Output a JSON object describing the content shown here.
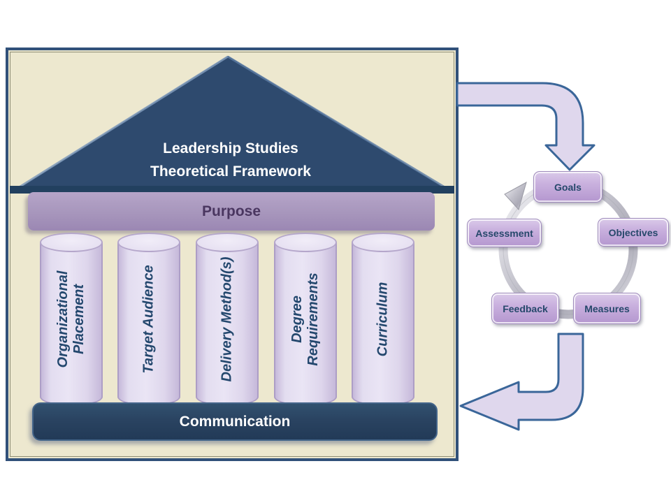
{
  "temple": {
    "roof_title": "Leadership Studies\nTheoretical Framework",
    "beam_label": "Purpose",
    "pillars": [
      {
        "label": "Organizational\nPlacement"
      },
      {
        "label": "Target Audience"
      },
      {
        "label": "Delivery Method(s)"
      },
      {
        "label": "Degree\nRequirements"
      },
      {
        "label": "Curriculum"
      }
    ],
    "base_label": "Communication"
  },
  "cycle": {
    "nodes": [
      {
        "id": "goals",
        "label": "Goals"
      },
      {
        "id": "objectives",
        "label": "Objectives"
      },
      {
        "id": "measures",
        "label": "Measures"
      },
      {
        "id": "feedback",
        "label": "Feedback"
      },
      {
        "id": "assessment",
        "label": "Assessment"
      }
    ]
  },
  "icons": {
    "flow_arrow_top": "elbow-arrow-down-icon",
    "flow_arrow_bottom": "elbow-arrow-left-icon",
    "ring_arrowhead": "cycle-arrowhead-icon"
  },
  "colors": {
    "panel_background": "#EDE8CF",
    "panel_border": "#31517A",
    "roof_fill": "#2E4A6E",
    "roof_title_text": "#FFFFFF",
    "beam_fill": "#A796BC",
    "beam_text": "#4A3660",
    "pillar_fill": "#E3DDF0",
    "pillar_border": "#AD9EC6",
    "pillar_text": "#24486E",
    "base_fill": "#2A4361",
    "base_text": "#FFFFFF",
    "node_fill": "#C9B0DE",
    "node_text": "#26486B",
    "arrow_fill": "#DFD7ED",
    "arrow_stroke": "#3A6699",
    "ring_silver": "#C2C1CB"
  }
}
